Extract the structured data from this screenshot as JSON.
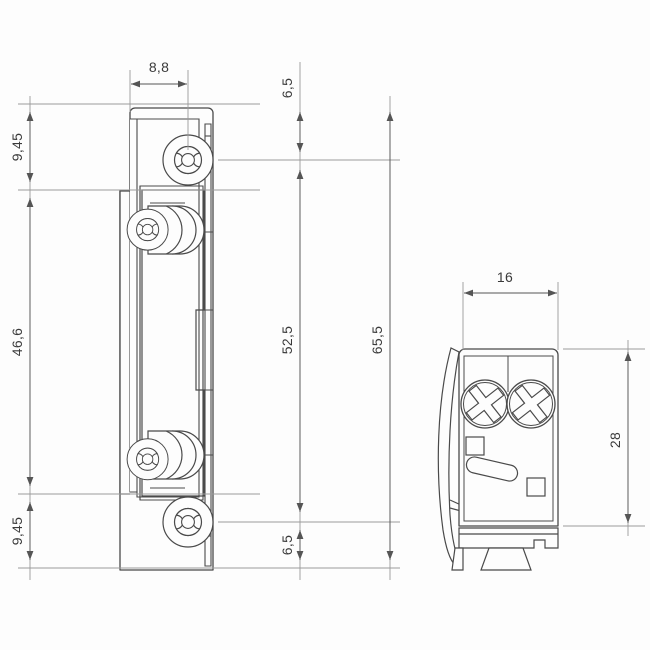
{
  "drawing": {
    "type": "technical-drawing",
    "subject": "electric strike / door lock keeper – front view and side view",
    "background_color": "#fdfdfd",
    "line_color": "#4a4a4a",
    "dimension_line_color": "#9a9a9a",
    "text_color": "#3a3a3a",
    "unit": "mm",
    "views": [
      {
        "name": "front-view",
        "label": ""
      },
      {
        "name": "side-view",
        "label": ""
      }
    ]
  },
  "dimensions": {
    "front_top_width": "8,8",
    "front_left_top": "9,45",
    "front_left_middle": "46,6",
    "front_left_bottom": "9,45",
    "front_right_top": "6,5",
    "front_right_middle": "52,5",
    "front_right_bottom": "6,5",
    "front_overall_height": "65,5",
    "side_width": "16",
    "side_height": "28"
  },
  "features": {
    "front": {
      "torx_screws": 3,
      "screw_icon": "torx-screw-head-icon",
      "side_screw_icon": "torx-screw-side-icon"
    },
    "side": {
      "cross_screws": 2,
      "screw_icon": "philips-screw-head-icon",
      "square_holes": 2,
      "slot_holes": 1,
      "foot_icon": "mounting-foot-icon",
      "latch_icon": "curved-latch-icon"
    }
  }
}
